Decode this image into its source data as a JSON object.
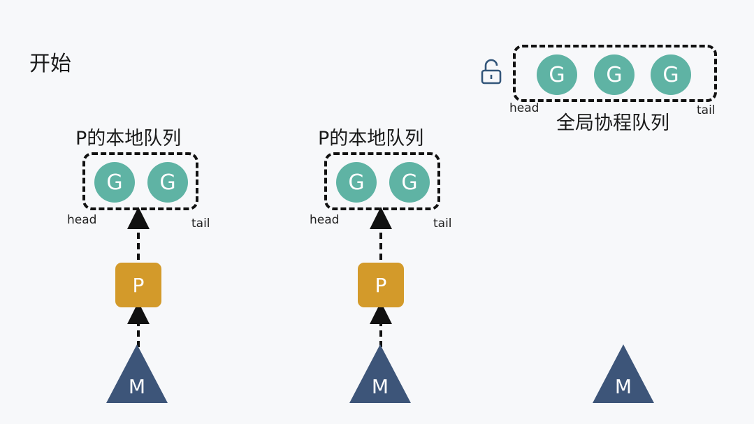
{
  "title": "开始",
  "local_queue": {
    "title": "P的本地队列",
    "goroutine_label": "G",
    "head_label": "head",
    "tail_label": "tail"
  },
  "processor_label": "P",
  "machine_label": "M",
  "global_queue": {
    "title": "全局协程队列",
    "goroutine_label": "G",
    "head_label": "head",
    "tail_label": "tail",
    "lock_icon": "unlocked-padlock-icon"
  },
  "colors": {
    "goroutine": "#5fb3a4",
    "processor": "#d39a2a",
    "machine": "#3d5579",
    "lock": "#33567a"
  }
}
